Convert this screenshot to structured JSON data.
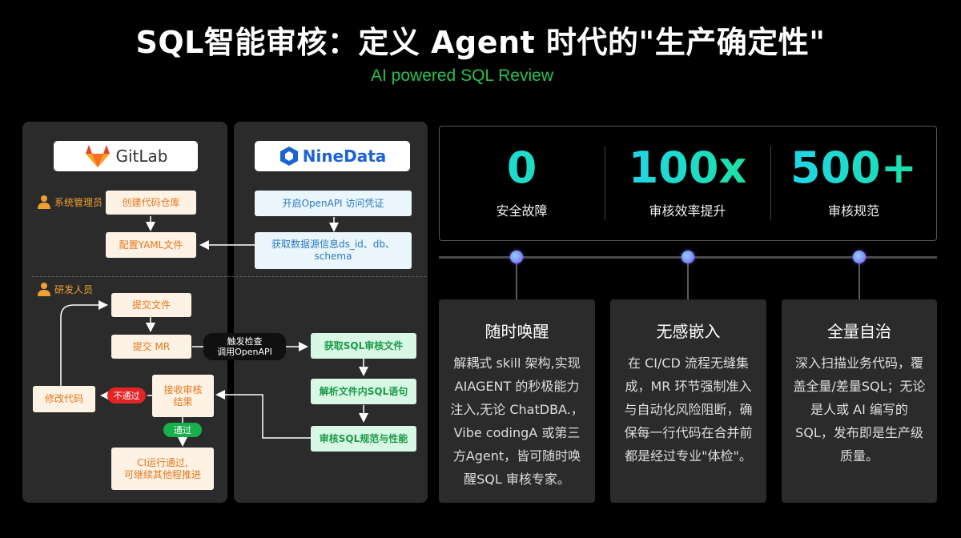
{
  "header": {
    "title": "SQL智能审核：定义 Agent 时代的\"生产确定性\"",
    "subtitle": "AI powered SQL Review"
  },
  "logos": {
    "gitlab": "GitLab",
    "ninedata": "NineData"
  },
  "roles": {
    "admin": "系统管理员",
    "developer": "研发人员"
  },
  "gitlab_flow": {
    "create_repo": "创建代码仓库",
    "config_yaml": "配置YAML文件",
    "submit_file": "提交文件",
    "submit_mr": "提交 MR",
    "receive_result": "接收审核\n结果",
    "modify_code": "修改代码",
    "ci_pass": "CI运行通过,\n可继续其他程推进"
  },
  "ninedata_flow": {
    "open_api": "开启OpenAPI 访问凭证",
    "get_ds_info": "获取数据源信息ds_id、db、\nschema",
    "get_sql_file": "获取SQL审核文件",
    "parse_sql": "解析文件内SQL语句",
    "review_sql": "审核SQL规范与性能"
  },
  "pills": {
    "trigger": "触发检查\n调用OpenAPI",
    "fail": "不通过",
    "pass": "通过"
  },
  "stats": [
    {
      "value": "0",
      "label": "安全故障"
    },
    {
      "value": "100x",
      "label": "审核效率提升"
    },
    {
      "value": "500+",
      "label": "审核规范"
    }
  ],
  "cards": [
    {
      "title": "随时唤醒",
      "body": "解耦式 skill 架构,实现 AIAGENT 的秒极能力注入,无论 ChatDBA.，Vibe codingA 或第三方Agent，皆可随时唤醒SQL 审核专家。"
    },
    {
      "title": "无感嵌入",
      "body": "在 CI/CD 流程无缝集成，MR 环节强制准入与自动化风险阻断，确保每一行代码在合并前都是经过专业\"体检\"。"
    },
    {
      "title": "全量自治",
      "body": "深入扫描业务代码，覆盖全量/差量SQL；无论是人或 AI 编写的 SQL，发布即是生产级质量。"
    }
  ],
  "colors": {
    "accent_green": "#27c24c",
    "stat_gradient_start": "#22d3f5",
    "stat_gradient_end": "#19e39a",
    "role_orange": "#f0a030"
  }
}
